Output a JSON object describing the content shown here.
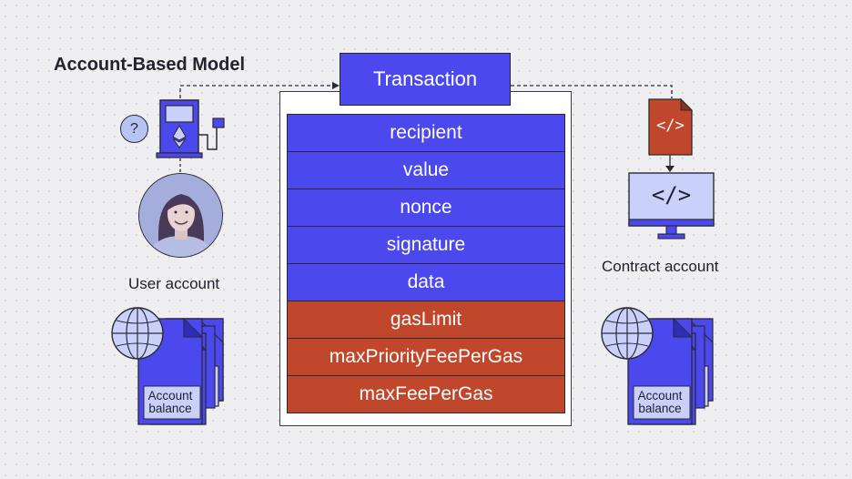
{
  "title": "Account-Based Model",
  "transaction": {
    "header": "Transaction",
    "fields": [
      {
        "label": "recipient",
        "group": "blue"
      },
      {
        "label": "value",
        "group": "blue"
      },
      {
        "label": "nonce",
        "group": "blue"
      },
      {
        "label": "signature",
        "group": "blue"
      },
      {
        "label": "data",
        "group": "blue"
      },
      {
        "label": "gasLimit",
        "group": "red"
      },
      {
        "label": "maxPriorityFeePerGas",
        "group": "red"
      },
      {
        "label": "maxFeePerGas",
        "group": "red"
      }
    ]
  },
  "user": {
    "label": "User account",
    "question_mark": "?",
    "balance_label_line1": "Account",
    "balance_label_line2": "balance"
  },
  "contract": {
    "label": "Contract account",
    "file_code": "</>",
    "screen_code": "</>",
    "balance_label_line1": "Account",
    "balance_label_line2": "balance"
  },
  "colors": {
    "blue": "#4b48ee",
    "red": "#c0462c",
    "light_blue": "#c9d1fb",
    "background": "#efeff1"
  },
  "icons": [
    "fuel-pump-icon",
    "ethereum-icon",
    "question-icon",
    "globe-icon",
    "document-stack-icon",
    "code-file-icon",
    "monitor-icon"
  ]
}
